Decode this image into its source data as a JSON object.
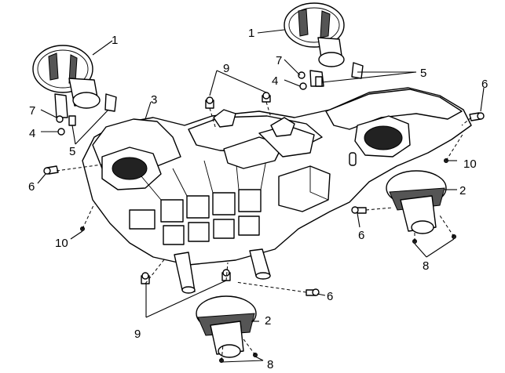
{
  "callouts": {
    "c1a": "1",
    "c1b": "1",
    "c2a": "2",
    "c2b": "2",
    "c3": "3",
    "c4a": "4",
    "c4b": "4",
    "c5a": "5",
    "c5b": "5",
    "c6a": "6",
    "c6b": "6",
    "c6c": "6",
    "c6d": "6",
    "c7a": "7",
    "c7b": "7",
    "c8a": "8",
    "c8b": "8",
    "c9a": "9",
    "c9b": "9",
    "c10a": "10",
    "c10b": "10"
  }
}
